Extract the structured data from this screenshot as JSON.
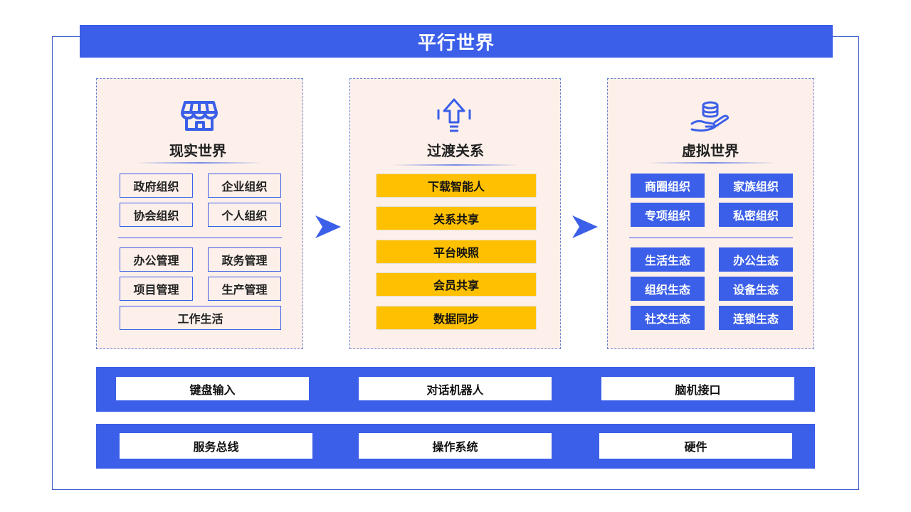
{
  "title": "平行世界",
  "left": {
    "title": "现实世界",
    "icon": "store-icon",
    "orgs": [
      "政府组织",
      "企业组织",
      "协会组织",
      "个人组织"
    ],
    "mgmt": [
      "办公管理",
      "政务管理",
      "项目管理",
      "生产管理"
    ],
    "wide": "工作生活"
  },
  "middle": {
    "title": "过渡关系",
    "icon": "upload-arrow-icon",
    "items": [
      "下载智能人",
      "关系共享",
      "平台映照",
      "会员共享",
      "数据同步"
    ]
  },
  "right": {
    "title": "虚拟世界",
    "icon": "coins-hand-icon",
    "orgs": [
      "商圈组织",
      "家族组织",
      "专项组织",
      "私密组织"
    ],
    "eco": [
      "生活生态",
      "办公生态",
      "组织生态",
      "设备生态",
      "社交生态",
      "连锁生态"
    ]
  },
  "band1": [
    "键盘输入",
    "对话机器人",
    "脑机接口"
  ],
  "band2": [
    "服务总线",
    "操作系统",
    "硬件"
  ],
  "colors": {
    "blue": "#3b5fe8",
    "yellow": "#fec000",
    "panel": "#fdf0ea"
  }
}
